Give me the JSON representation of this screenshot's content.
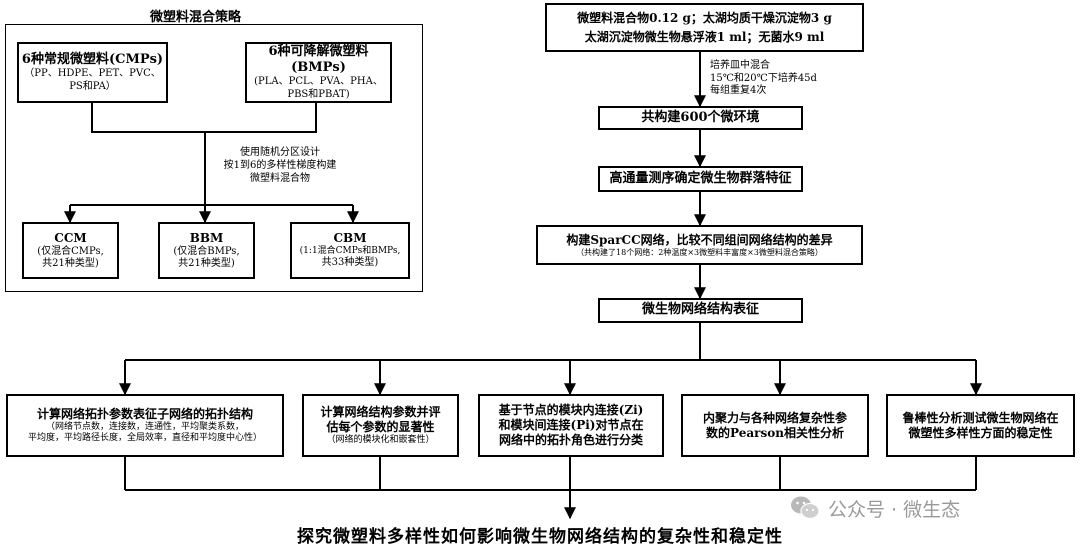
{
  "left_panel": {
    "title": "微塑料混合策略",
    "cmps": {
      "title": "6种常规微塑料(CMPs)",
      "line1": "（PP、HDPE、PET、PVC、",
      "line2": "PS和PA）"
    },
    "bmps": {
      "title": "6种可降解微塑料(BMPs)",
      "line1": "(PLA、PCL、PVA、PHA、",
      "line2": "PBS和PBAT)"
    },
    "design": {
      "line1": "使用随机分区设计",
      "line2": "按1到6的多样性梯度构建",
      "line3": "微塑料混合物"
    },
    "ccm": {
      "title": "CCM",
      "line1": "(仅混合CMPs,",
      "line2": "共21种类型)"
    },
    "bbm": {
      "title": "BBM",
      "line1": "(仅混合BMPs,",
      "line2": "共21种类型)"
    },
    "cbm": {
      "title": "CBM",
      "line1": "(1:1混合CMPs和BMPs,",
      "line2": "共33种类型)"
    }
  },
  "right_flow": {
    "top": {
      "line1": "微塑料混合物0.12 g；太湖均质干燥沉淀物3 g",
      "line2": "太湖沉淀物微生物悬浮液1 ml；无菌水9 ml"
    },
    "incubation": {
      "line1": "培养皿中混合",
      "line2": "15℃和20℃下培养45d",
      "line3": "每组重复4次"
    },
    "step1": "共构建600个微环境",
    "step2": "高通量测序确定微生物群落特征",
    "step3": {
      "title": "构建SparCC网络，比较不同组间网络结构的差异",
      "note": "（共构建了18个网络：2种温度×3微塑料丰富度×3微塑料混合策略）"
    },
    "step4": "微生物网络结构表征"
  },
  "analyses": [
    {
      "title": "计算网络拓扑参数表征子网络的拓扑结构",
      "detail1": "（网络节点数，连接数，连通性，平均聚类系数，",
      "detail2": "平均度，平均路径长度，全局效率，直径和平均度中心性）"
    },
    {
      "title1": "计算网络结构参数并评",
      "title2": "估每个参数的显著性",
      "detail": "（网络的模块化和嵌套性）"
    },
    {
      "line1": "基于节点的模块内连接(Zi)",
      "line2": "和模块间连接(Pi)对节点在",
      "line3": "网络中的拓扑角色进行分类"
    },
    {
      "line1": "内聚力与各种网络复杂性参",
      "line2": "数的Pearson相关性分析"
    },
    {
      "line1": "鲁棒性分析测试微生物网络在",
      "line2": "微塑性多样性方面的稳定性"
    }
  ],
  "conclusion": "探究微塑料多样性如何影响微生物网络结构的复杂性和稳定性",
  "watermark": {
    "text": "公众号 · 微生态",
    "icon": "wechat-icon"
  }
}
